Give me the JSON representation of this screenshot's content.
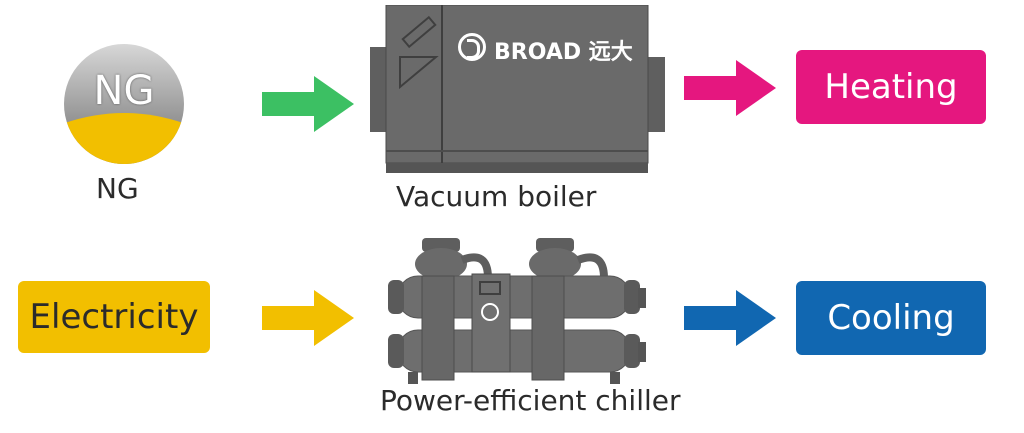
{
  "row1": {
    "source_icon_text": "NG",
    "source_label": "NG",
    "equipment_brand": "BROAD 远大",
    "equipment_label": "Vacuum boiler",
    "output_label": "Heating"
  },
  "row2": {
    "source_label": "Electricity",
    "equipment_label": "Power-efficient chiller",
    "output_label": "Cooling"
  },
  "colors": {
    "green_arrow": "#3cc063",
    "pink_arrow": "#e5177f",
    "yellow_arrow": "#f2bf00",
    "blue_arrow": "#1167b1",
    "heating_box": "#e5177f",
    "cooling_box": "#1167b1",
    "electricity_box": "#f2bf00",
    "equipment_gray": "#6a6a6a"
  },
  "icons": [
    "ng-gas-icon",
    "vacuum-boiler-image",
    "chiller-image",
    "broad-logo-icon"
  ]
}
